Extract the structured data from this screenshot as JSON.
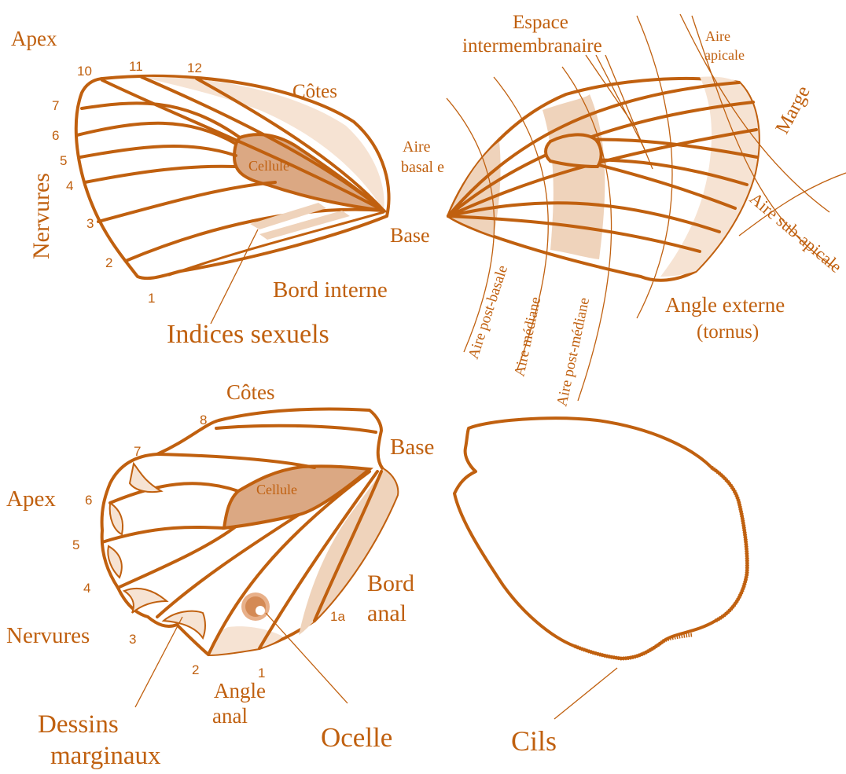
{
  "colors": {
    "stroke": "#c0600f",
    "fill_light": "#f6e3d3",
    "fill_mid": "#efd3bb",
    "fill_cell": "#dba883"
  },
  "forewing_left": {
    "apex": "Apex",
    "cotes": "Côtes",
    "cellule": "Cellule",
    "base": "Base",
    "nervures": "Nervures",
    "bord_interne": "Bord interne",
    "indices_sexuels": "Indices sexuels",
    "vein_numbers": [
      "10",
      "11",
      "12",
      "7",
      "6",
      "5",
      "4",
      "3",
      "2",
      "1"
    ]
  },
  "forewing_right": {
    "espace": [
      "Espace",
      "intermembranaire"
    ],
    "aire_apicale": [
      "Aire",
      "apicale"
    ],
    "marge": "Marge",
    "aire_basale": [
      "Aire",
      "basal e"
    ],
    "aire_sub_apicale": "Aire sub-apicale",
    "aire_post_basale": "Aire post-basale",
    "aire_mediane": "Aire médiane",
    "aire_post_mediane": "Aire post-médiane",
    "angle_externe": [
      "Angle externe",
      "(tornus)"
    ]
  },
  "hindwing_left": {
    "cotes": "Côtes",
    "base": "Base",
    "apex": "Apex",
    "cellule": "Cellule",
    "bord_anal": [
      "Bord",
      "anal"
    ],
    "nervures": "Nervures",
    "angle_anal": [
      "Angle",
      "anal"
    ],
    "dessins_marginaux": [
      "Dessins",
      "marginaux"
    ],
    "ocelle": "Ocelle",
    "vein_numbers": [
      "8",
      "7",
      "6",
      "5",
      "4",
      "3",
      "2",
      "1",
      "1a"
    ]
  },
  "hindwing_right": {
    "cils": "Cils"
  }
}
